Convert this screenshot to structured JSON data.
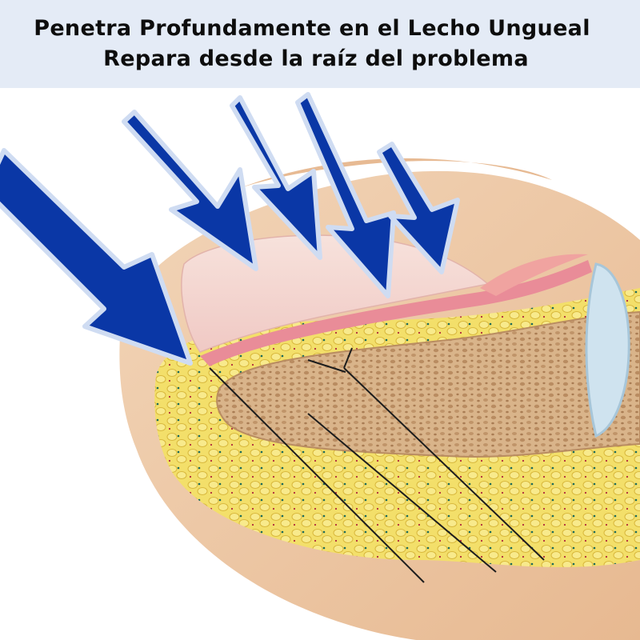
{
  "header": {
    "title_line1": "Penetra Profundamente en el Lecho Ungueal",
    "title_line2": "Repara desde la raíz del problema",
    "background_color": "#e4ebf6"
  },
  "illustration": {
    "subject": "finger-tip-cross-section",
    "arrow_fill_color": "#0a37a6",
    "arrow_outline_color": "#cfdcf2",
    "arrow_count": 5,
    "leader_line_count": 4
  }
}
